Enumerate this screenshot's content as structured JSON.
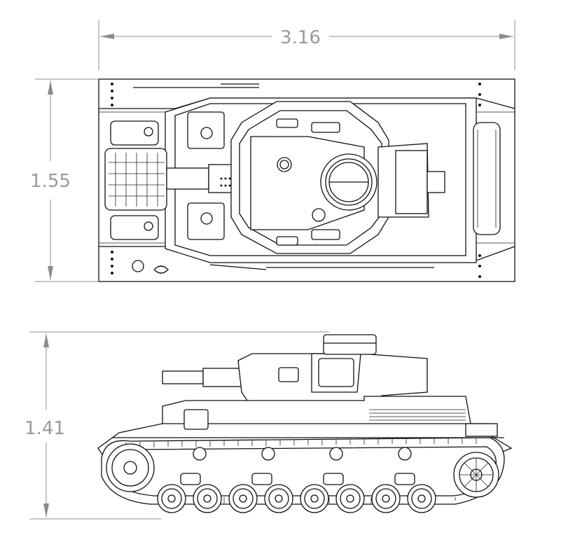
{
  "dimensions": {
    "length": "3.16",
    "width": "1.55",
    "height": "1.41"
  },
  "colors": {
    "dimension_line": "#8c8c8c",
    "dimension_text": "#9a9a9a",
    "drawing_line": "#111111",
    "background": "#ffffff"
  }
}
